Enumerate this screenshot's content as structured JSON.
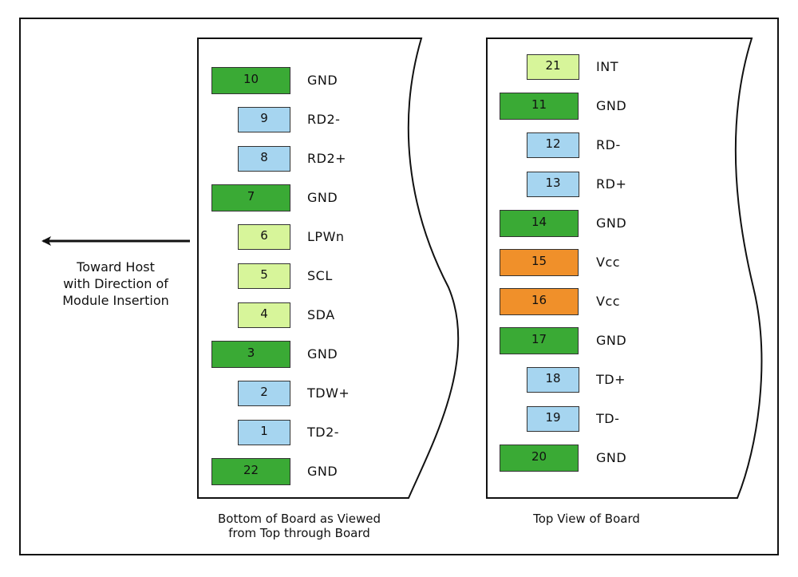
{
  "colors": {
    "gnd": "#3aaa35",
    "signal": "#a6d5f0",
    "control": "#d7f59a",
    "power": "#f0902a",
    "outline": "#111111"
  },
  "bottom_board": {
    "caption_line1": "Bottom of Board as Viewed",
    "caption_line2": "from Top through Board",
    "pins": [
      {
        "number": "10",
        "signal": "GND",
        "kind": "gnd"
      },
      {
        "number": "9",
        "signal": "RD2-",
        "kind": "signal"
      },
      {
        "number": "8",
        "signal": "RD2+",
        "kind": "signal"
      },
      {
        "number": "7",
        "signal": "GND",
        "kind": "gnd"
      },
      {
        "number": "6",
        "signal": "LPWn",
        "kind": "control"
      },
      {
        "number": "5",
        "signal": "SCL",
        "kind": "control"
      },
      {
        "number": "4",
        "signal": "SDA",
        "kind": "control"
      },
      {
        "number": "3",
        "signal": "GND",
        "kind": "gnd"
      },
      {
        "number": "2",
        "signal": "TDW+",
        "kind": "signal"
      },
      {
        "number": "1",
        "signal": "TD2-",
        "kind": "signal"
      },
      {
        "number": "22",
        "signal": "GND",
        "kind": "gnd"
      }
    ]
  },
  "top_board": {
    "caption": "Top View of Board",
    "pins": [
      {
        "number": "21",
        "signal": "INT",
        "kind": "control"
      },
      {
        "number": "11",
        "signal": "GND",
        "kind": "gnd"
      },
      {
        "number": "12",
        "signal": "RD-",
        "kind": "signal"
      },
      {
        "number": "13",
        "signal": "RD+",
        "kind": "signal"
      },
      {
        "number": "14",
        "signal": "GND",
        "kind": "gnd"
      },
      {
        "number": "15",
        "signal": "Vcc",
        "kind": "power"
      },
      {
        "number": "16",
        "signal": "Vcc",
        "kind": "power"
      },
      {
        "number": "17",
        "signal": "GND",
        "kind": "gnd"
      },
      {
        "number": "18",
        "signal": "TD+",
        "kind": "signal"
      },
      {
        "number": "19",
        "signal": "TD-",
        "kind": "signal"
      },
      {
        "number": "20",
        "signal": "GND",
        "kind": "gnd"
      }
    ]
  },
  "direction_note": {
    "line1": "Toward Host",
    "line2": "with Direction of",
    "line3": "Module Insertion"
  }
}
